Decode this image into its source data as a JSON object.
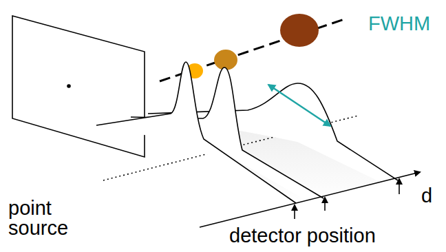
{
  "diagram": {
    "labels": [
      "FWHM",
      "point source",
      "d",
      "detector position"
    ]
  }
}
